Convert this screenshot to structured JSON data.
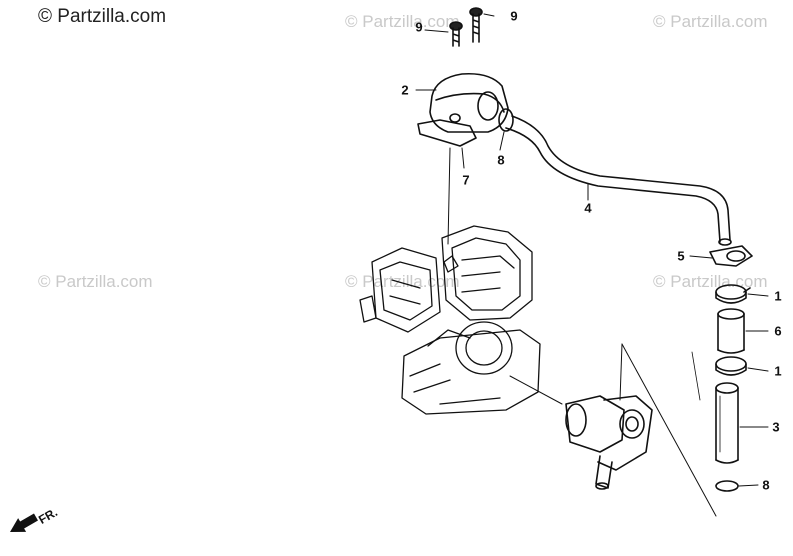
{
  "watermarks": {
    "main": "© Partzilla.com",
    "faint": "© Partzilla.com"
  },
  "callouts": {
    "c9a": "9",
    "c9b": "9",
    "c2": "2",
    "c7": "7",
    "c8top": "8",
    "c4": "4",
    "c5": "5",
    "c1a": "1",
    "c6": "6",
    "c1b": "1",
    "c3": "3",
    "c8bot": "8"
  },
  "direction_marker": {
    "label": "FR."
  },
  "colors": {
    "ink": "#111111",
    "watermark": "#c9c9c9"
  }
}
